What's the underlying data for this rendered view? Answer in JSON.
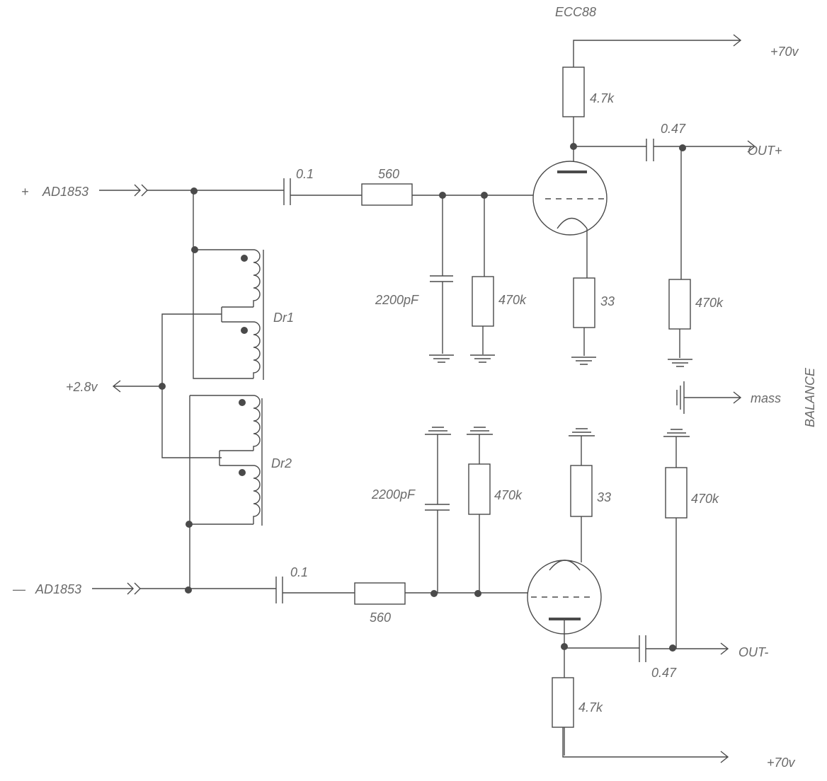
{
  "labels": {
    "tube": "ECC88",
    "supply_top": "+70v",
    "supply_bottom": "+70v",
    "bias": "+2.8v",
    "in_pos_sign": "+",
    "in_pos": "AD1853",
    "in_neg_sign": "—",
    "in_neg": "AD1853",
    "out_pos": "OUT+",
    "out_neg": "OUT-",
    "mass": "mass",
    "balance": "BALANCE",
    "choke1": "Dr1",
    "choke2": "Dr2"
  },
  "values": {
    "c_in_top": "0.1",
    "r_in_top": "560",
    "c_filter_top": "2200pF",
    "r_grid_top": "470k",
    "r_cath_top": "33",
    "r_load_top": "470k",
    "r_plate_top": "4.7k",
    "c_out_top": "0.47",
    "c_in_bottom": "0.1",
    "r_in_bottom": "560",
    "c_filter_bottom": "2200pF",
    "r_grid_bottom": "470k",
    "r_cath_bottom": "33",
    "r_load_bottom": "470k",
    "r_plate_bottom": "4.7k",
    "c_out_bottom": "0.47"
  },
  "colors": {
    "line": "#4a4a4a",
    "text": "#6a6a6a",
    "background": "#ffffff"
  }
}
